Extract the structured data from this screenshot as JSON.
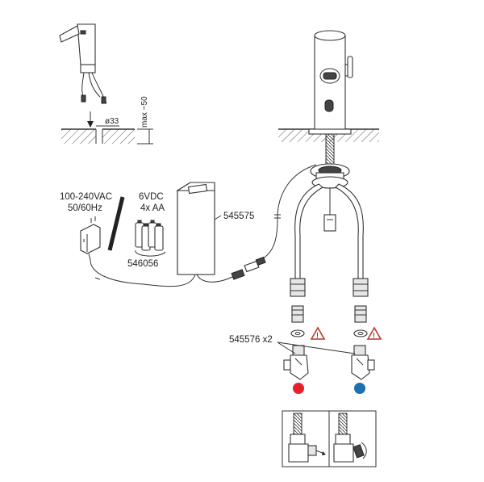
{
  "labels": {
    "power_supply_voltage": "100-240VAC",
    "power_supply_freq": "50/60Hz",
    "battery_voltage": "6VDC",
    "battery_count": "4x AA",
    "control_box_part": "545575",
    "battery_part": "546056",
    "valve_part": "545576 x2",
    "hole_diameter": "ø33",
    "max_thickness": "max ~50"
  },
  "colors": {
    "hot": "#e8202a",
    "cold": "#1f6fb5",
    "warning": "#c0392b"
  },
  "icons": {
    "warning": "warning-triangle-icon"
  }
}
